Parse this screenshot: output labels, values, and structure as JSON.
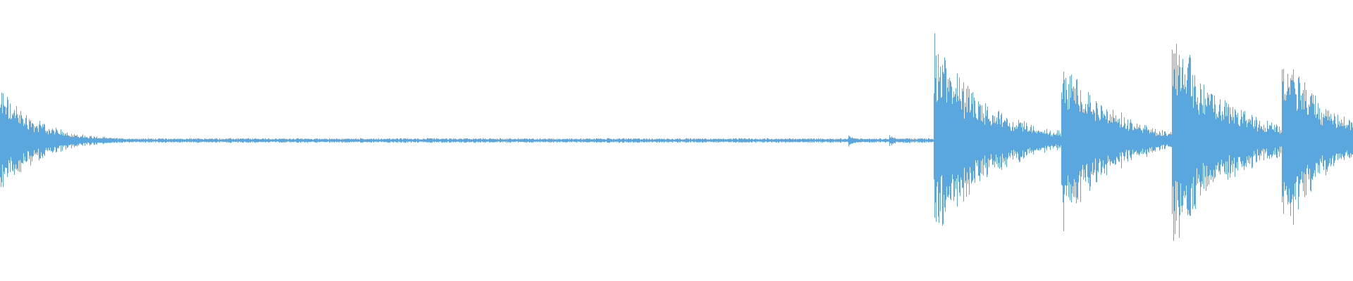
{
  "waveform": {
    "color": "#5aa6de",
    "background": "#ffffff",
    "baseline_level": 0.015,
    "events": [
      {
        "onset": 0.0,
        "peak": 0.5,
        "decay": 0.028
      },
      {
        "onset": 0.627,
        "peak": 0.07,
        "decay": 0.004
      },
      {
        "onset": 0.657,
        "peak": 0.06,
        "decay": 0.005
      },
      {
        "onset": 0.69,
        "peak": 0.92,
        "decay": 0.04
      },
      {
        "onset": 0.784,
        "peak": 0.85,
        "decay": 0.035
      },
      {
        "onset": 0.866,
        "peak": 1.0,
        "decay": 0.042
      },
      {
        "onset": 0.947,
        "peak": 0.98,
        "decay": 0.03
      }
    ]
  }
}
